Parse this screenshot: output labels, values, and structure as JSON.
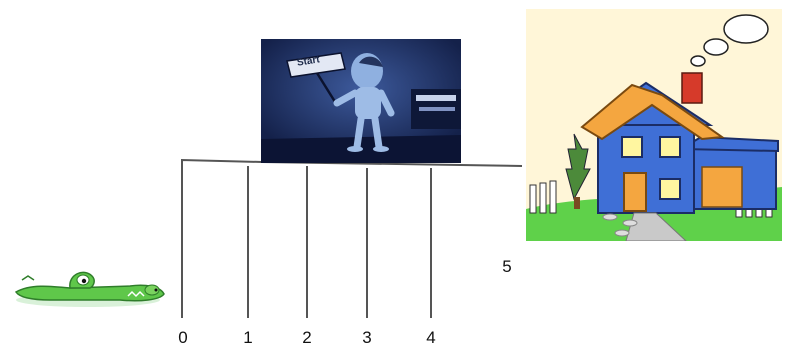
{
  "number_line": {
    "ticks": [
      "0",
      "1",
      "2",
      "3",
      "4",
      "5"
    ]
  },
  "start_sign": {
    "label": "Start"
  },
  "icons": {
    "crocodile": "crocodile-icon",
    "ghost_figure": "ghost-figure-icon",
    "house": "house-icon"
  },
  "colors": {
    "house_wall": "#3f6fd6",
    "house_roof": "#f4a640",
    "grass": "#5fd14a",
    "sky": "#fff6d8",
    "night_sky": "#1e2f63",
    "crocodile": "#5fc74a"
  }
}
